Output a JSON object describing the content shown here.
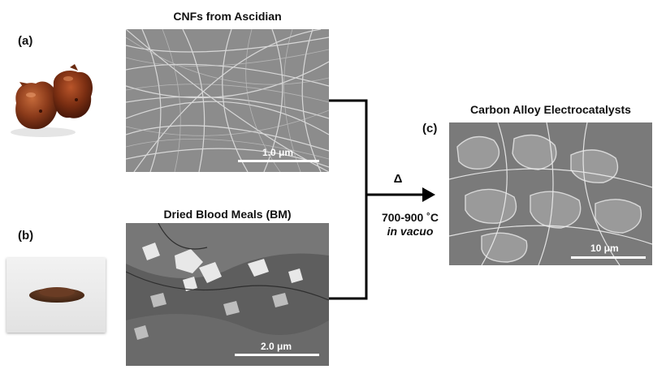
{
  "panels": {
    "a": {
      "letter": "(a)",
      "title": "CNFs from Ascidian",
      "scale_label": "1.0 μm"
    },
    "b": {
      "letter": "(b)",
      "title": "Dried Blood Meals (BM)",
      "scale_label": "2.0 μm"
    },
    "c": {
      "letter": "(c)",
      "title": "Carbon Alloy Electrocatalysts",
      "scale_label": "10 μm"
    }
  },
  "reaction": {
    "symbol": "Δ",
    "temperature": "700-900 ˚C",
    "condition": "in vacuo"
  },
  "colors": {
    "ascidian_body": "#8a3a1a",
    "powder": "#5a3420",
    "arrow": "#000000"
  }
}
